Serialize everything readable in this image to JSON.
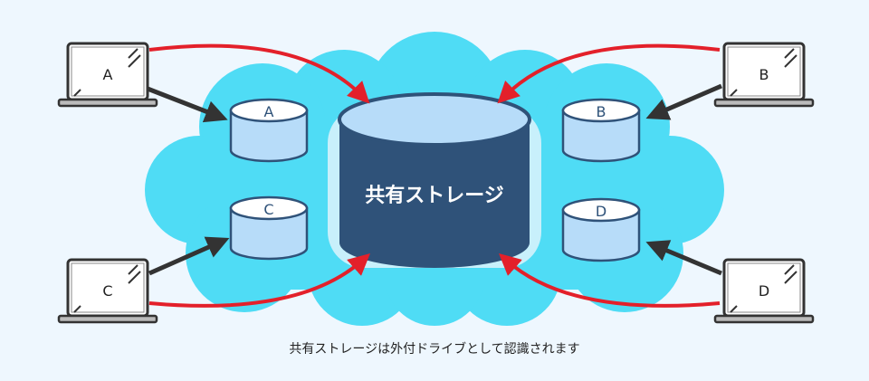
{
  "main_storage": {
    "label": "共有ストレージ"
  },
  "laptops": [
    {
      "id": "A",
      "label": "A"
    },
    {
      "id": "B",
      "label": "B"
    },
    {
      "id": "C",
      "label": "C"
    },
    {
      "id": "D",
      "label": "D"
    }
  ],
  "local_disks": [
    {
      "id": "A",
      "label": "A"
    },
    {
      "id": "B",
      "label": "B"
    },
    {
      "id": "C",
      "label": "C"
    },
    {
      "id": "D",
      "label": "D"
    }
  ],
  "caption": "共有ストレージは外付ドライブとして認識されます",
  "colors": {
    "background": "#eef7fe",
    "cloud": "#4fdcf5",
    "storage": "#2f5279",
    "disk": "#b7dcf9",
    "red_arrow": "#e3202a",
    "black_arrow": "#333333"
  }
}
